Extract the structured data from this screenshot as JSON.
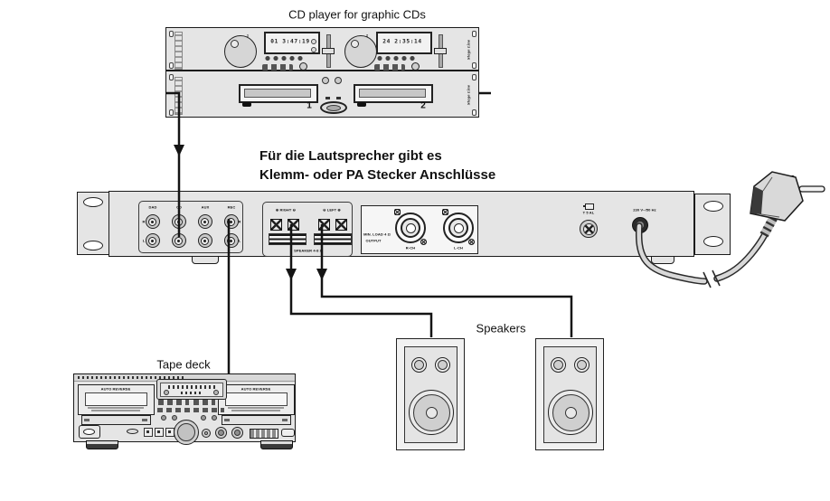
{
  "cd_player": {
    "title": "CD player for graphic CDs",
    "deck1": "1",
    "deck2": "2",
    "display1": "01 3:47:19",
    "display2": "24 2:35:14",
    "tray1": "1",
    "tray2": "2",
    "brand": "Stage Line"
  },
  "note": {
    "line1": "Für die Lautsprecher gibt es",
    "line2": "Klemm- oder PA Stecker Anschlüsse"
  },
  "amplifier": {
    "rca_labels": [
      "DAD",
      "CD",
      "AUX",
      "REC"
    ],
    "row_top": "R",
    "row_bottom": "L",
    "terminal_right": "⊕ RIGHT ⊖",
    "terminal_left": "⊖ LEFT ⊕",
    "speaker_rating": "SPEAKER 4-8 Ω",
    "min_load": "MIN. LOAD 4 Ω",
    "output": "OUTPUT",
    "r_ch": "R-CH",
    "l_ch": "L-CH",
    "fuse": "T 5 AL",
    "mains": "230 V~/50 Hz"
  },
  "tape_deck": {
    "title": "Tape deck",
    "auto_reverse": "AUTO REVERSE"
  },
  "speakers": {
    "label": "Speakers"
  },
  "colors": {
    "line": "#141414",
    "chassis": "#e5e5e5",
    "background": "#ffffff"
  }
}
